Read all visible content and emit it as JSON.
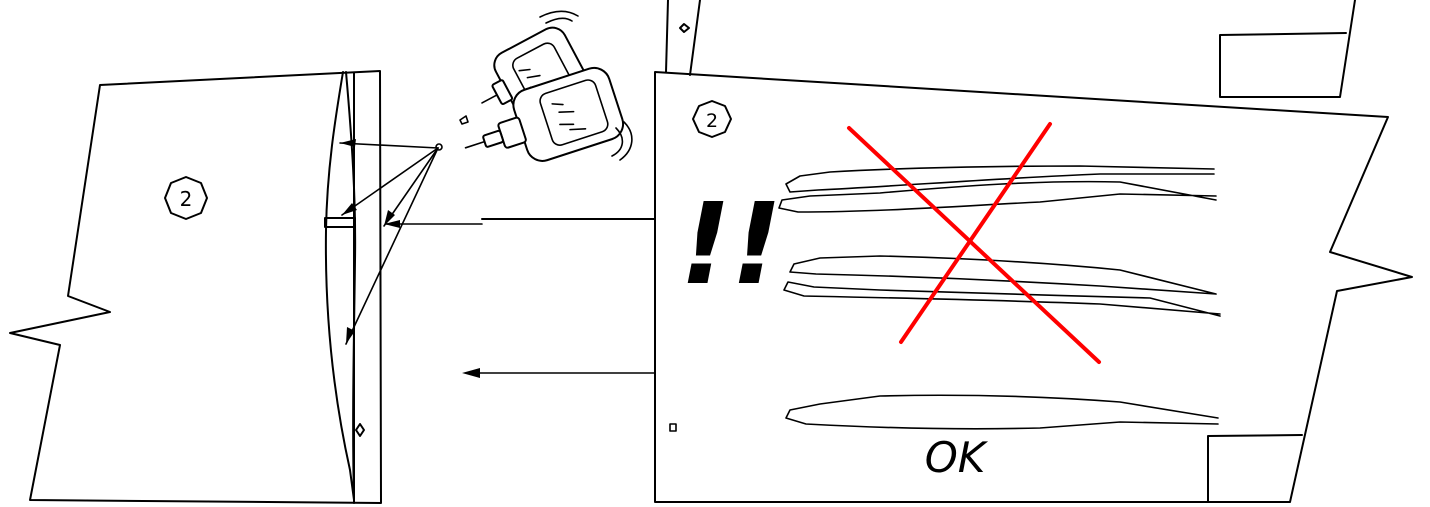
{
  "left_panel": {
    "step_number": "2"
  },
  "right_panel": {
    "step_number": "2"
  },
  "warning": {
    "text": "!!"
  },
  "correct": {
    "label": "OK"
  },
  "colors": {
    "cross": "#ff0000",
    "line": "#000000"
  },
  "icons": [
    "glue-bottle-icon",
    "wrong-cross-icon",
    "step-badge-icon"
  ]
}
